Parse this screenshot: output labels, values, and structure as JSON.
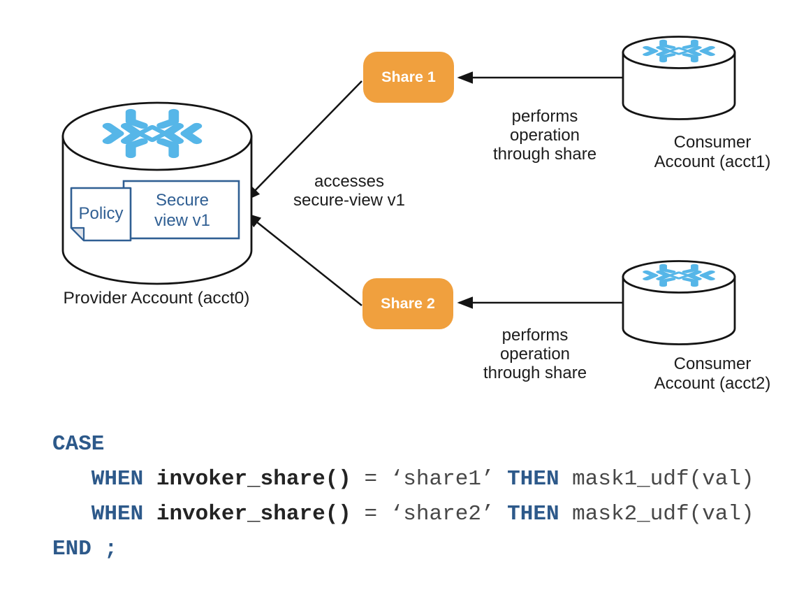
{
  "colors": {
    "share_orange": "#F0A03E",
    "snowflake_blue": "#56B6E8",
    "view_box_blue": "#305F93",
    "code_keyword_blue": "#2D598A",
    "code_plain_gray": "#474747",
    "line_black": "#141414"
  },
  "provider": {
    "label": "Provider Account (acct0)",
    "policy_label": "Policy",
    "secure_view_line1": "Secure",
    "secure_view_line2": "view v1"
  },
  "shares": [
    {
      "label": "Share 1"
    },
    {
      "label": "Share 2"
    }
  ],
  "consumers": [
    {
      "line1": "Consumer",
      "line2": "Account (acct1)"
    },
    {
      "line1": "Consumer",
      "line2": "Account (acct2)"
    }
  ],
  "edges": {
    "accesses": {
      "line1": "accesses",
      "line2": "secure-view v1"
    },
    "performs_acct1": {
      "line1": "performs",
      "line2": "operation",
      "line3": "through share"
    },
    "performs_acct2": {
      "line1": "performs",
      "line2": "operation",
      "line3": "through share"
    }
  },
  "code": {
    "lines": [
      [
        {
          "style": "kw",
          "text": "CASE"
        }
      ],
      [
        {
          "style": "kw",
          "text": "   WHEN"
        },
        {
          "style": "fn",
          "text": " invoker_share()"
        },
        {
          "style": "pl",
          "text": " = ‘share1’ "
        },
        {
          "style": "kw",
          "text": "THEN"
        },
        {
          "style": "pl",
          "text": " mask1_udf(val)"
        }
      ],
      [
        {
          "style": "kw",
          "text": "   WHEN"
        },
        {
          "style": "fn",
          "text": " invoker_share()"
        },
        {
          "style": "pl",
          "text": " = ‘share2’ "
        },
        {
          "style": "kw",
          "text": "THEN"
        },
        {
          "style": "pl",
          "text": " mask2_udf(val)"
        }
      ],
      [
        {
          "style": "kw",
          "text": "END ;"
        }
      ]
    ]
  }
}
